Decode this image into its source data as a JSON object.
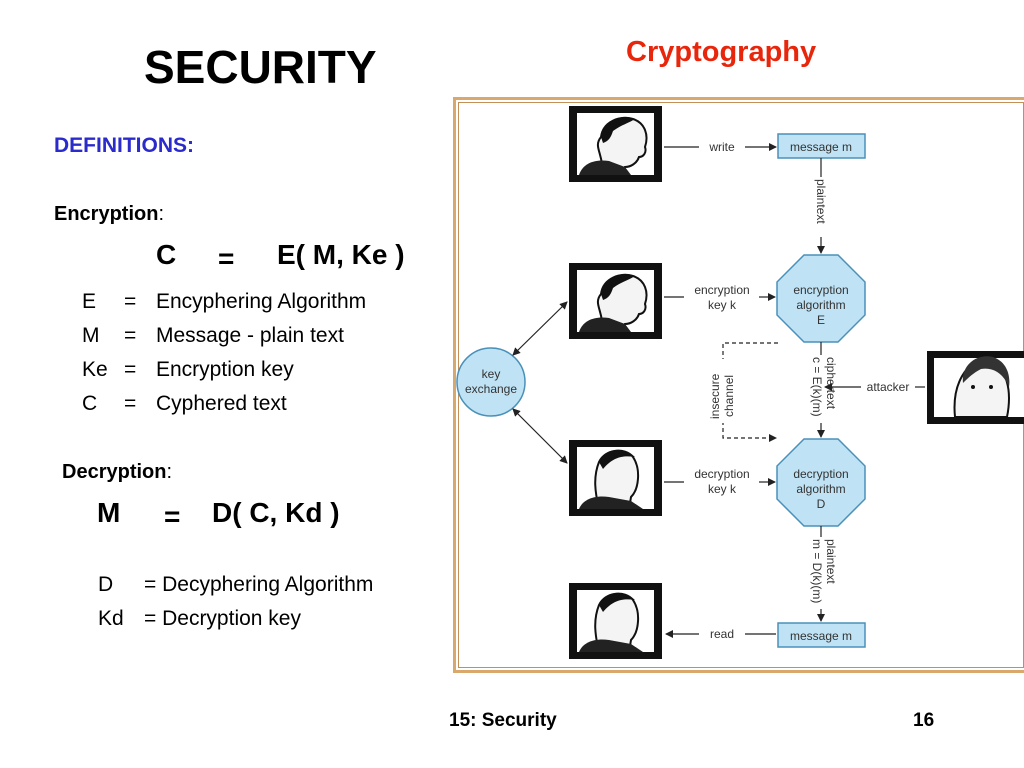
{
  "slide": {
    "title": "SECURITY",
    "subtitle": "Cryptography",
    "definitions_heading": "DEFINITIONS:",
    "encryption": {
      "label": "Encryption",
      "colon": ":",
      "formula_lhs": "C",
      "formula_eq": "=",
      "formula_rhs": "E( M, Ke  )",
      "terms": [
        {
          "sym": "E",
          "eq": "=",
          "desc": "Encyphering Algorithm"
        },
        {
          "sym": "M",
          "eq": "=",
          "desc": "Message - plain text"
        },
        {
          "sym": "Ke",
          "eq": "=",
          "desc": "Encryption key"
        },
        {
          "sym": "C",
          "eq": "=",
          "desc": "Cyphered text"
        }
      ]
    },
    "decryption": {
      "label": "Decryption",
      "colon": ":",
      "formula_lhs": "M",
      "formula_eq": "=",
      "formula_rhs": "D( C, Kd  )",
      "terms": [
        {
          "sym": "D",
          "eq": "= Decyphering Algorithm"
        },
        {
          "sym": "Kd",
          "eq": "= Decryption key"
        }
      ]
    },
    "footer": {
      "chapter": "15: Security",
      "page": "16"
    }
  },
  "diagram": {
    "colors": {
      "box_fill": "#bfe3f5",
      "box_stroke": "#4a90b8",
      "arrow": "#222222",
      "frame": "#d9a86c"
    },
    "write_label": "write",
    "read_label": "read",
    "message_top": "message m",
    "message_bottom": "message m",
    "plaintext_top": "plaintext",
    "enc_key_line1": "encryption",
    "enc_key_line2": "key k",
    "enc_algo_line1": "encryption",
    "enc_algo_line2": "algorithm",
    "enc_algo_line3": "E",
    "key_exchange_line1": "key",
    "key_exchange_line2": "exchange",
    "insecure_line1": "insecure",
    "insecure_line2": "channel",
    "ciphertext_line1": "ciphertext",
    "ciphertext_line2": "c = E(k)(m)",
    "attacker_label": "attacker",
    "dec_key_line1": "decryption",
    "dec_key_line2": "key k",
    "dec_algo_line1": "decryption",
    "dec_algo_line2": "algorithm",
    "dec_algo_line3": "D",
    "plaintext_bottom_line1": "plaintext",
    "plaintext_bottom_line2": "m = D(k)(m)"
  }
}
